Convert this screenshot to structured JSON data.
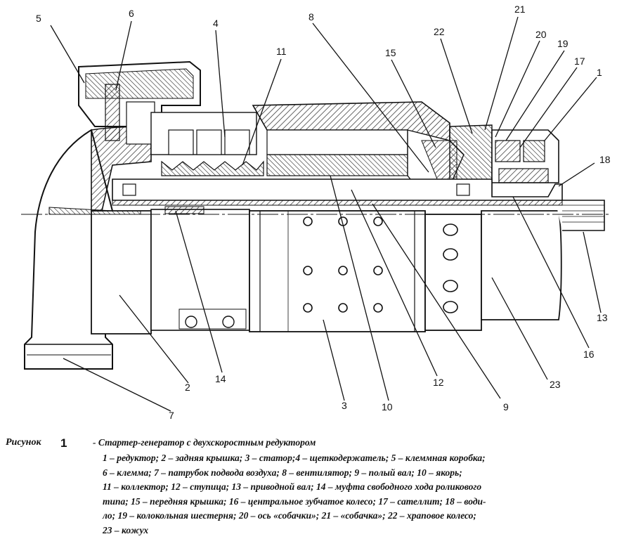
{
  "figure": {
    "callouts": {
      "n1": "1",
      "n2": "2",
      "n3": "3",
      "n4": "4",
      "n5": "5",
      "n6": "6",
      "n7": "7",
      "n8": "8",
      "n9": "9",
      "n10": "10",
      "n11": "11",
      "n12": "12",
      "n13": "13",
      "n14": "14",
      "n15": "15",
      "n16": "16",
      "n17": "17",
      "n18": "18",
      "n19": "19",
      "n20": "20",
      "n21": "21",
      "n22": "22",
      "n23": "23"
    }
  },
  "caption": {
    "label": "Рисунок",
    "number": "1",
    "title": "- Стартер-генератор с двухскоростным редуктором",
    "lines": [
      "1 – редуктор; 2 – задняя крышка; 3 – статор;4 – щеткодержатель; 5 – клеммная коробка;",
      "6 – клемма; 7 – патрубок подвода воздуха; 8 – вентилятор; 9 – полый вал; 10 – якорь;",
      "11 – коллектор; 12 – ступица; 13 – приводной вал; 14 – муфта свободного хода роликового",
      "типа; 15 – передняя крышка; 16 – центральное зубчатое колесо; 17 – сателлит; 18 – води-",
      "ло; 19 – колокольная шестерня; 20 – ось «собачки»; 21 – «собачка»; 22 – храповое колесо;",
      "23 – кожух"
    ]
  }
}
